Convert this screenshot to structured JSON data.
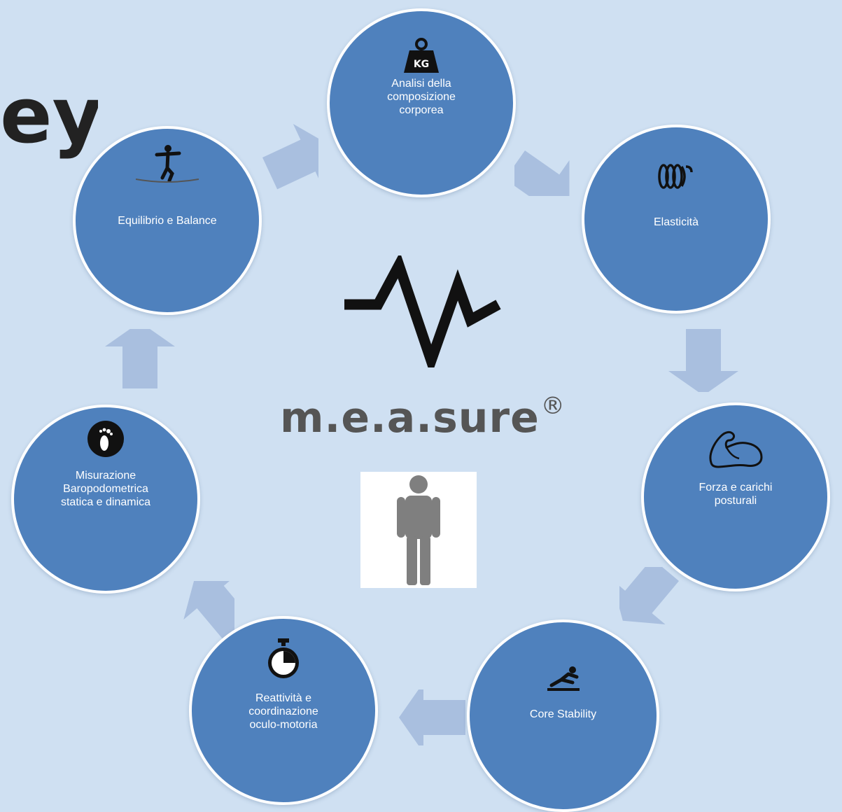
{
  "heading_fragment": "ey",
  "brand": {
    "name": "m.e.a.sure",
    "mark": "®"
  },
  "colors": {
    "background": "#cfe0f2",
    "node_fill": "#4f81bd",
    "node_border": "#ffffff",
    "arrow": "#a9bfdf",
    "pulse": "#111111",
    "person": "#7f7f7f"
  },
  "nodes": [
    {
      "id": "composition",
      "icon": "kg-weight-icon",
      "icon_text": "KG",
      "label": "Analisi della\ncomposizione\ncorporea"
    },
    {
      "id": "elasticity",
      "icon": "spring-coil-icon",
      "label": "Elasticità"
    },
    {
      "id": "strength",
      "icon": "flexed-arm-icon",
      "label": "Forza e carichi\nposturali"
    },
    {
      "id": "core",
      "icon": "sit-up-icon",
      "label": "Core Stability"
    },
    {
      "id": "reactivity",
      "icon": "stopwatch-icon",
      "label": "Reattività e\ncoordinazione\noculo-motoria"
    },
    {
      "id": "baropodometry",
      "icon": "footprint-icon",
      "label": "Misurazione\nBaropodometrica\nstatica e dinamica"
    },
    {
      "id": "balance",
      "icon": "tightrope-walker-icon",
      "label": "Equilibrio e Balance"
    }
  ]
}
